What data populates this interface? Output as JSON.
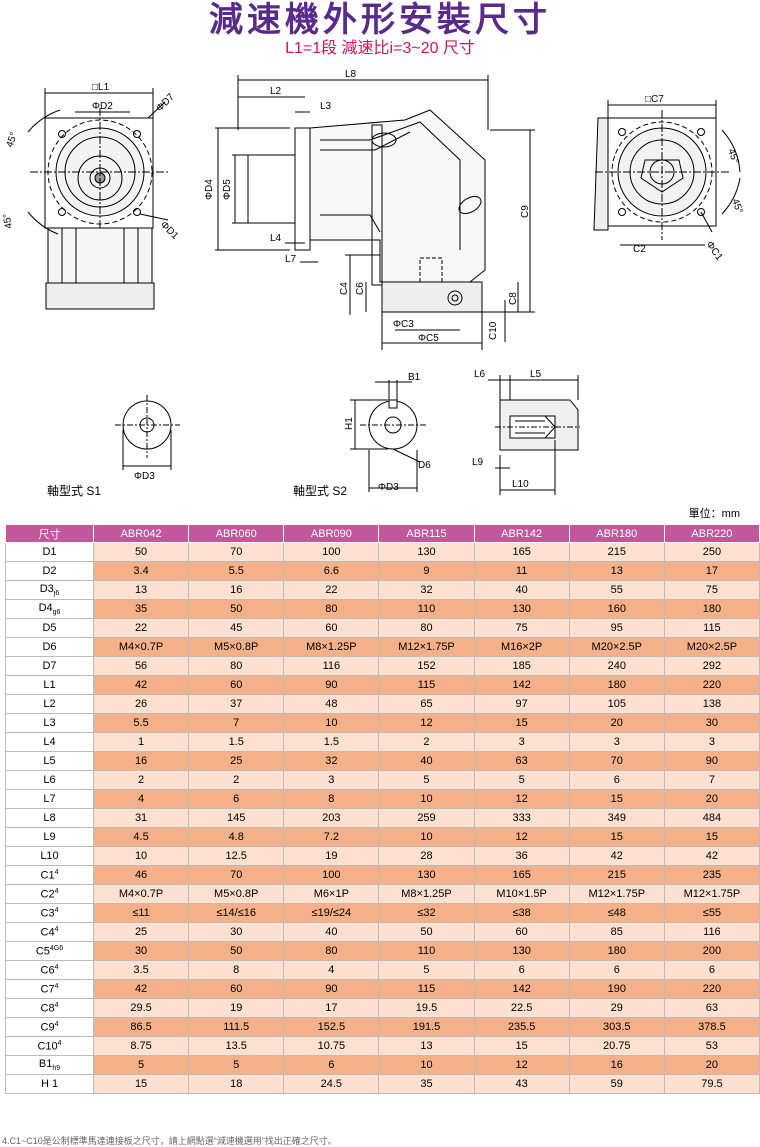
{
  "title": "減速機外形安裝尺寸",
  "subtitle": "L1=1段 減速比i=3~20 尺寸",
  "drawing_labels": {
    "L1": "□L1",
    "D2": "ΦD2",
    "D7": "ΦD7",
    "D1": "ΦD1",
    "a45a": "45°",
    "a45b": "45°",
    "L8": "L8",
    "L2": "L2",
    "L3": "L3",
    "D4": "ΦD4",
    "D5": "ΦD5",
    "L4": "L4",
    "L7": "L7",
    "C9": "C9",
    "C4": "C4",
    "C6": "C6",
    "C8": "C8",
    "C3": "ΦC3",
    "C5": "ΦC5",
    "C10": "C10",
    "C7": "□C7",
    "a45c": "45°",
    "a45d": "45°",
    "C2": "C2",
    "C1": "ΦC1",
    "D3a": "ΦD3",
    "S1": "軸型式 S1",
    "B1": "B1",
    "H1": "H1",
    "D6": "D6",
    "D3b": "ΦD3",
    "S2": "軸型式 S2",
    "L6": "L6",
    "L5": "L5",
    "L9": "L9",
    "L10": "L10"
  },
  "unit": "單位：mm",
  "table": {
    "headers": [
      "尺寸",
      "ABR042",
      "ABR060",
      "ABR090",
      "ABR115",
      "ABR142",
      "ABR180",
      "ABR220"
    ],
    "rows": [
      {
        "l": "D1",
        "s": "",
        "v": [
          "50",
          "70",
          "100",
          "130",
          "165",
          "215",
          "250"
        ]
      },
      {
        "l": "D2",
        "s": "",
        "v": [
          "3.4",
          "5.5",
          "6.6",
          "9",
          "11",
          "13",
          "17"
        ]
      },
      {
        "l": "D3",
        "s": "j6",
        "v": [
          "13",
          "16",
          "22",
          "32",
          "40",
          "55",
          "75"
        ]
      },
      {
        "l": "D4",
        "s": "g6",
        "v": [
          "35",
          "50",
          "80",
          "110",
          "130",
          "160",
          "180"
        ]
      },
      {
        "l": "D5",
        "s": "",
        "v": [
          "22",
          "45",
          "60",
          "80",
          "75",
          "95",
          "115"
        ]
      },
      {
        "l": "D6",
        "s": "",
        "v": [
          "M4×0.7P",
          "M5×0.8P",
          "M8×1.25P",
          "M12×1.75P",
          "M16×2P",
          "M20×2.5P",
          "M20×2.5P"
        ]
      },
      {
        "l": "D7",
        "s": "",
        "v": [
          "56",
          "80",
          "116",
          "152",
          "185",
          "240",
          "292"
        ]
      },
      {
        "l": "L1",
        "s": "",
        "v": [
          "42",
          "60",
          "90",
          "115",
          "142",
          "180",
          "220"
        ]
      },
      {
        "l": "L2",
        "s": "",
        "v": [
          "26",
          "37",
          "48",
          "65",
          "97",
          "105",
          "138"
        ]
      },
      {
        "l": "L3",
        "s": "",
        "v": [
          "5.5",
          "7",
          "10",
          "12",
          "15",
          "20",
          "30"
        ]
      },
      {
        "l": "L4",
        "s": "",
        "v": [
          "1",
          "1.5",
          "1.5",
          "2",
          "3",
          "3",
          "3"
        ]
      },
      {
        "l": "L5",
        "s": "",
        "v": [
          "16",
          "25",
          "32",
          "40",
          "63",
          "70",
          "90"
        ]
      },
      {
        "l": "L6",
        "s": "",
        "v": [
          "2",
          "2",
          "3",
          "5",
          "5",
          "6",
          "7"
        ]
      },
      {
        "l": "L7",
        "s": "",
        "v": [
          "4",
          "6",
          "8",
          "10",
          "12",
          "15",
          "20"
        ]
      },
      {
        "l": "L8",
        "s": "",
        "v": [
          "31",
          "145",
          "203",
          "259",
          "333",
          "349",
          "484"
        ]
      },
      {
        "l": "L9",
        "s": "",
        "v": [
          "4.5",
          "4.8",
          "7.2",
          "10",
          "12",
          "15",
          "15"
        ]
      },
      {
        "l": "L10",
        "s": "",
        "v": [
          "10",
          "12.5",
          "19",
          "28",
          "36",
          "42",
          "42"
        ]
      },
      {
        "l": "C1",
        "s": "4",
        "v": [
          "46",
          "70",
          "100",
          "130",
          "165",
          "215",
          "235"
        ]
      },
      {
        "l": "C2",
        "s": "4",
        "v": [
          "M4×0.7P",
          "M5×0.8P",
          "M6×1P",
          "M8×1.25P",
          "M10×1.5P",
          "M12×1.75P",
          "M12×1.75P"
        ]
      },
      {
        "l": "C3",
        "s": "4",
        "v": [
          "≤11",
          "≤14/≤16",
          "≤19/≤24",
          "≤32",
          "≤38",
          "≤48",
          "≤55"
        ]
      },
      {
        "l": "C4",
        "s": "4",
        "v": [
          "25",
          "30",
          "40",
          "50",
          "60",
          "85",
          "116"
        ]
      },
      {
        "l": "C5",
        "s": "4G6",
        "v": [
          "30",
          "50",
          "80",
          "110",
          "130",
          "180",
          "200"
        ]
      },
      {
        "l": "C6",
        "s": "4",
        "v": [
          "3.5",
          "8",
          "4",
          "5",
          "6",
          "6",
          "6"
        ]
      },
      {
        "l": "C7",
        "s": "4",
        "v": [
          "42",
          "60",
          "90",
          "115",
          "142",
          "190",
          "220"
        ]
      },
      {
        "l": "C8",
        "s": "4",
        "v": [
          "29.5",
          "19",
          "17",
          "19.5",
          "22.5",
          "29",
          "63"
        ]
      },
      {
        "l": "C9",
        "s": "4",
        "v": [
          "86.5",
          "111.5",
          "152.5",
          "191.5",
          "235.5",
          "303.5",
          "378.5"
        ]
      },
      {
        "l": "C10",
        "s": "4",
        "v": [
          "8.75",
          "13.5",
          "10.75",
          "13",
          "15",
          "20.75",
          "53"
        ]
      },
      {
        "l": "B1",
        "s": "h9",
        "v": [
          "5",
          "5",
          "6",
          "10",
          "12",
          "16",
          "20"
        ]
      },
      {
        "l": "H 1",
        "s": "",
        "v": [
          "15",
          "18",
          "24.5",
          "35",
          "43",
          "59",
          "79.5"
        ]
      }
    ]
  },
  "footnote": "4.C1~C10是公制標準馬達連接板之尺寸，請上網點選“減速機選用”找出正確之尺寸。",
  "colors": {
    "title": "#5a2a8a",
    "subtitle": "#d4145a",
    "header": "#c2579c",
    "row_light": "#fde0cf",
    "row_dark": "#f4b189"
  }
}
